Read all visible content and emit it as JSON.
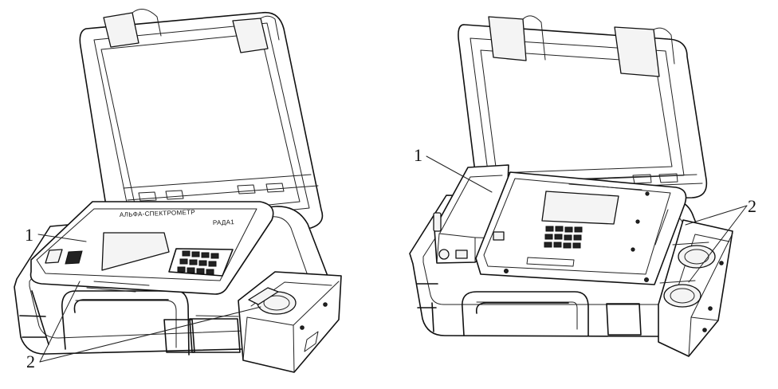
{
  "left_device": {
    "callout_1": "1",
    "callout_2": "2",
    "label": "АЛЬФА-СПЕКТРОМЕТР",
    "model": "РАДА1"
  },
  "right_device": {
    "callout_1": "1",
    "callout_2": "2"
  },
  "colors": {
    "line": "#111111",
    "background": "#ffffff"
  }
}
